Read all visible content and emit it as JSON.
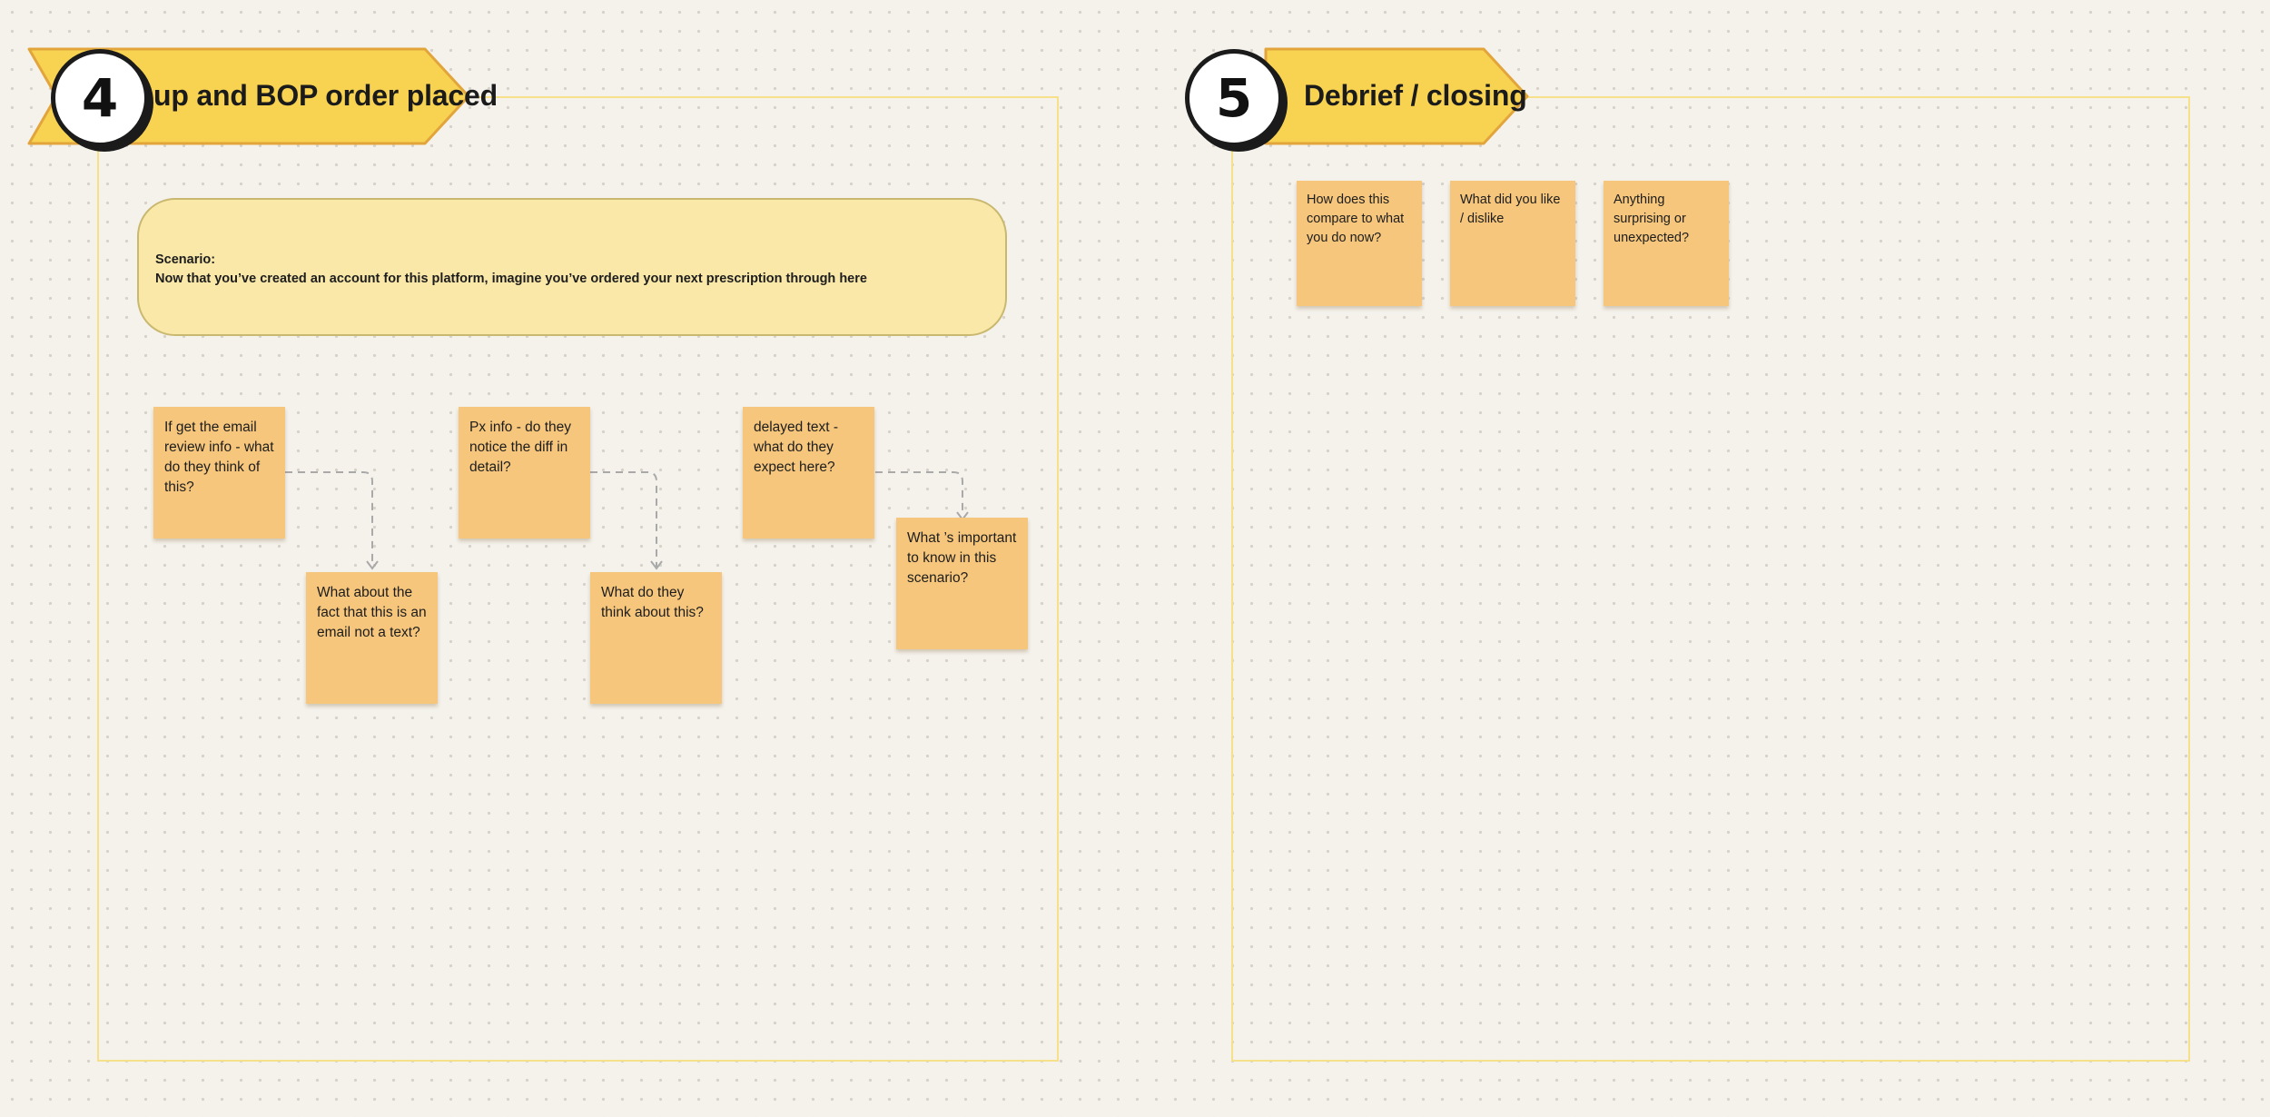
{
  "sections": [
    {
      "number": "4",
      "title": "d up and BOP order placed",
      "scenario": {
        "label": "Scenario:",
        "text": "Now that you’ve created an account for this platform, imagine you’ve ordered your next prescription through here"
      },
      "stickies": [
        "If get the email review info - what do they think of this?",
        "What about the fact that this is an email not a text?",
        "Px info - do they notice the diff in detail?",
        "What do they think about this?",
        "delayed text - what do they expect here?",
        "What ’s important to know in this scenario?"
      ]
    },
    {
      "number": "5",
      "title": "Debrief / closing",
      "stickies": [
        "How does this compare to what you do now?",
        "What did you like / dislike",
        "Anything surprising or unexpected?"
      ]
    }
  ],
  "colors": {
    "canvas": "#f5f2ec",
    "banner_fill": "#f8d251",
    "banner_border": "#e2a53c",
    "section_border": "#f7e08a",
    "scenario_fill": "#fae8a9",
    "sticky_fill": "#f6c67c",
    "connector": "#a9a9a9"
  }
}
